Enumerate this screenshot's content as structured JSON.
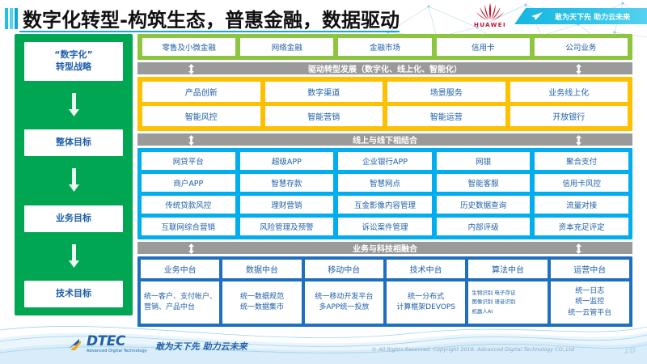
{
  "header": {
    "title": "数字化转型-构筑生态，普惠金融，数据驱动",
    "huawei_wordmark": "HUAWEI",
    "banner_slogan": "敢为天下先 助力云未来"
  },
  "strategy": {
    "boxes": [
      {
        "label": "“数字化”\n转型战略"
      },
      {
        "label": "整体目标"
      },
      {
        "label": "业务目标"
      },
      {
        "label": "技术目标"
      }
    ]
  },
  "business_units": {
    "items": [
      "零售及小微金融",
      "网络金融",
      "金融市场",
      "信用卡",
      "公司业务"
    ]
  },
  "connector_1": {
    "label": "驱动转型发展（数字化、线上化、智能化）"
  },
  "transformation": {
    "rows": [
      [
        "产品创新",
        "数字渠道",
        "场景服务",
        "业务线上化"
      ],
      [
        "智能风控",
        "智能营销",
        "智能运营",
        "开放银行"
      ]
    ]
  },
  "connector_2": {
    "label": "线上与线下相结合"
  },
  "channels": {
    "rows": [
      [
        "网贷平台",
        "超级APP",
        "企业银行APP",
        "网银",
        "聚合支付"
      ],
      [
        "商户APP",
        "智慧存款",
        "智慧网点",
        "智能客服",
        "信用卡风控"
      ],
      [
        "传统贷款风控",
        "理财营销",
        "互金影像内容管理",
        "历史数据查询",
        "流量对接"
      ],
      [
        "互联网综合营销",
        "风险管理及预警",
        "诉讼案件管理",
        "内部评级",
        "资本充足评定"
      ]
    ]
  },
  "connector_3": {
    "label": "业务与科技相融合"
  },
  "platforms": {
    "columns": [
      {
        "head": "业务中台",
        "body": "统一客户、支付帐户、营销、产品中台",
        "align": "left"
      },
      {
        "head": "数据中台",
        "body": "统一数据规范\n统一数据集市",
        "align": "center"
      },
      {
        "head": "移动中台",
        "body": "统一移动开发平台\n多APP统一投放",
        "align": "center"
      },
      {
        "head": "技术中台",
        "body": "统一分布式\n计算框架DEVOPS",
        "align": "center"
      },
      {
        "head": "算法中台",
        "body": "生物识别 电子存证\n图像识别 语音识别\n机器人AI",
        "align": "left",
        "tiny": true
      },
      {
        "head": "运营中台",
        "body": "统一日志\n统一监控\n统一云管平台",
        "align": "center"
      }
    ]
  },
  "footer": {
    "logo_name": "DTEC",
    "logo_sub": "Advanced Digital Technology",
    "slogan": "敢为天下先   助力云未来",
    "copyright": "© All Rights Reserved. Copyright 2019. Advanced Digital Technology CO.,Ltd",
    "page_number": "10"
  },
  "colors": {
    "green_strategy": "#00A651",
    "green_units": "#8CC63E",
    "orange": "#FFC000",
    "cyan": "#00AEEF",
    "dark_blue": "#1F6FC0",
    "gray_bar": "#9A9A9A",
    "text_blue": "#1F5FA9",
    "huawei_red": "#C8102E"
  }
}
